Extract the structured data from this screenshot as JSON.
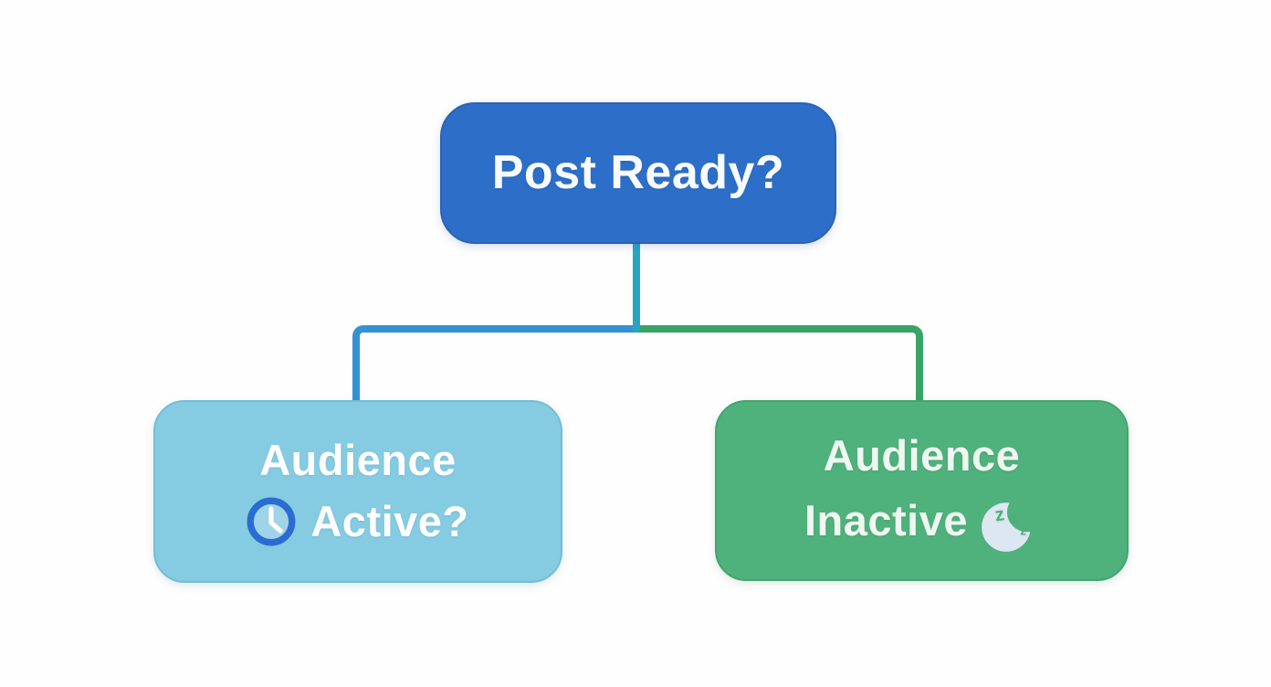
{
  "flowchart": {
    "root_node": {
      "label": "Post Ready?",
      "bg_color": "#2d6ec9",
      "text_color": "#f8fbfd"
    },
    "left_node": {
      "line1": "Audience",
      "line2": "Active?",
      "icon": "clock-icon",
      "bg_color": "#85cbe1",
      "text_color": "#ffffff"
    },
    "right_node": {
      "line1": "Audience",
      "line2": "Inactive",
      "icon": "moon-zzz-icon",
      "bg_color": "#4fb17c",
      "text_color": "#eef7f0"
    },
    "connectors": {
      "stem_color": "#2ba4c3",
      "left_branch_color": "#3492d3",
      "right_branch_color": "#3aa368"
    },
    "icons": {
      "clock": {
        "ring_color": "#2b6cd3",
        "face_color": "#9fd3e8",
        "hands_color": "#ffffff"
      },
      "moon": {
        "moon_color": "#dde7f1",
        "z_color": "#4fb17c",
        "z1": "z",
        "z2": "z",
        "z3": "z"
      }
    }
  }
}
